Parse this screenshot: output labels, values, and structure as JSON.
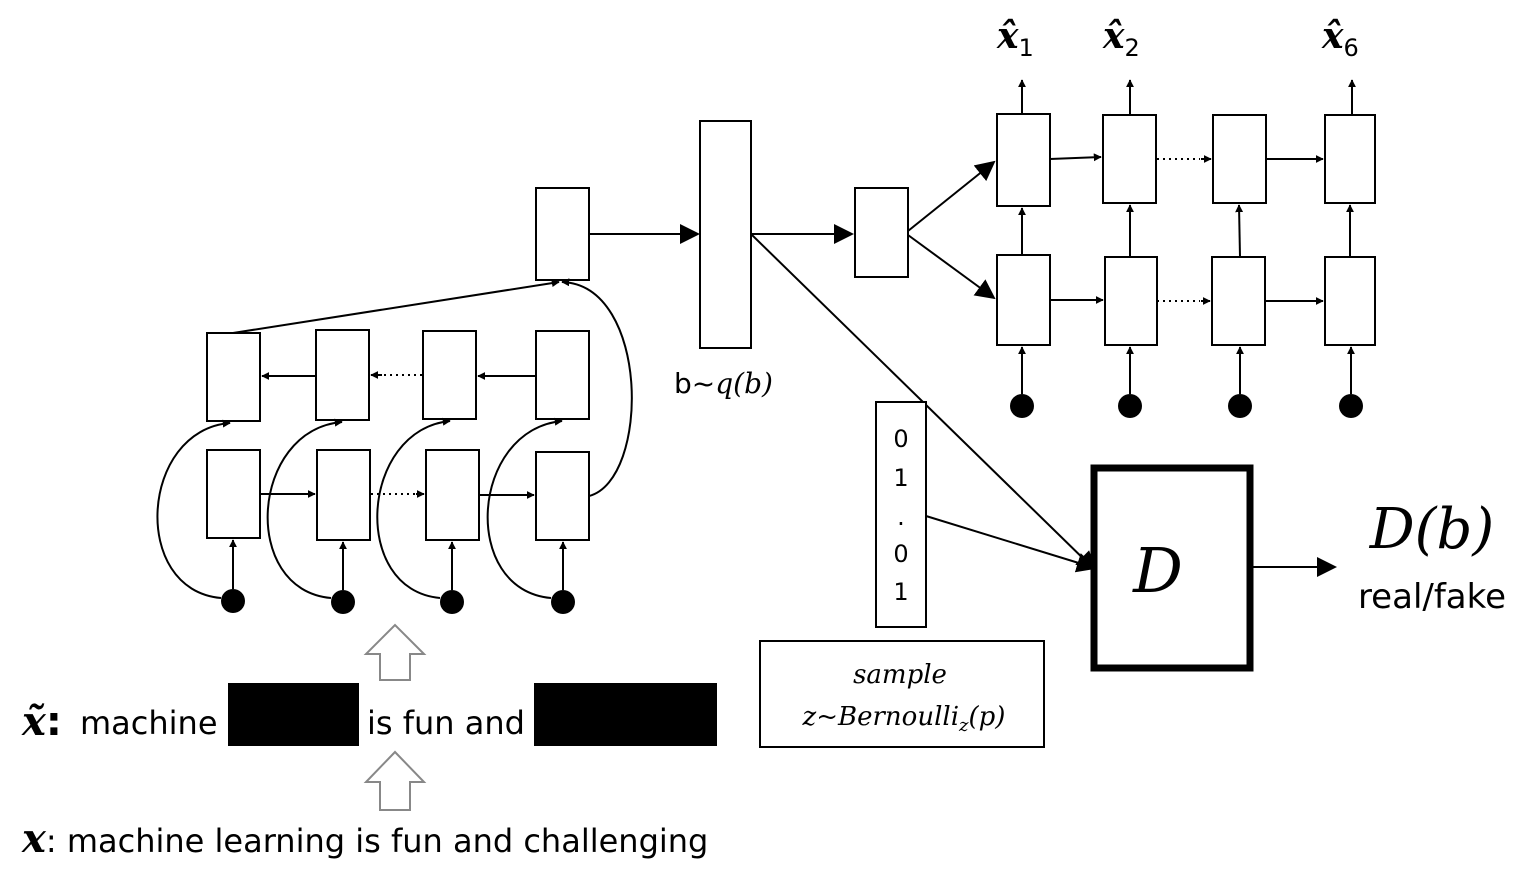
{
  "labels": {
    "b_sample_prefix": "b~",
    "b_sample_fn": "q",
    "b_sample_arg": "(b)",
    "vector_values": [
      "0",
      "1",
      ".",
      "0",
      "1"
    ],
    "sample_word": "sample",
    "bernoulli_prefix": "z~Bernoulli",
    "bernoulli_sub": "z",
    "bernoulli_arg": "(p)",
    "discriminator": "D",
    "discriminator_output": "D(b)",
    "real_fake": "real/fake",
    "output_tokens": [
      {
        "symbol": "x̂",
        "subscript": "1"
      },
      {
        "symbol": "x̂",
        "subscript": "2"
      },
      {
        "symbol": "x̂",
        "subscript": "6"
      }
    ],
    "masked_symbol": "x̃",
    "masked_colon": ":",
    "masked_words": [
      "machine",
      "is fun and"
    ],
    "original_symbol": "x",
    "original_text": ": machine learning is fun and challenging"
  },
  "colors": {
    "stroke": "#000000",
    "mask_fill": "#000000",
    "hollow_arrow": "#888888",
    "background": "#ffffff"
  }
}
